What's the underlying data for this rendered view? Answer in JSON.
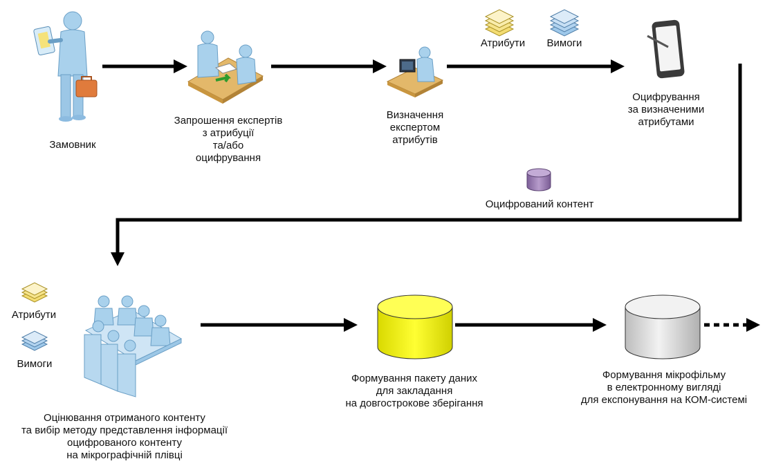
{
  "steps": {
    "customer": {
      "label": "Замовник"
    },
    "invite": {
      "lines": [
        "Запрошення експертів",
        "з атрибуції",
        "та/або",
        "оцифрування"
      ]
    },
    "define": {
      "lines": [
        "Визначення",
        "експертом",
        "атрибутів"
      ]
    },
    "digitize": {
      "lines": [
        "Оцифрування",
        "за визначеними",
        "атрибутами"
      ]
    },
    "evaluate": {
      "lines": [
        "Оцінювання отриманого контенту",
        "та вибір методу представлення інформації",
        "оцифрованого контенту",
        "на мікрографічній плівці"
      ]
    },
    "package": {
      "lines": [
        "Формування пакету даних",
        "для закладання",
        "на довгострокове зберігання"
      ]
    },
    "microfilm": {
      "lines": [
        "Формування мікрофільму",
        "в електронному вигляді",
        "для експонування на КОМ-системі"
      ]
    }
  },
  "artifacts": {
    "top_attributes": "Атрибути",
    "top_requirements": "Вимоги",
    "digital_content": "Оцифрований контент",
    "left_attributes": "Атрибути",
    "left_requirements": "Вимоги"
  },
  "colors": {
    "person": "#a9d1ec",
    "person_dark": "#6a9fc6",
    "desk": "#e3b86a",
    "doc_yellow": "#f3dc72",
    "doc_blue": "#9ec8ea",
    "db_purple": "#9b7fb3",
    "db_yellow": "#ffff00",
    "db_gray": "#d9d9d9",
    "arrow": "#000000"
  }
}
